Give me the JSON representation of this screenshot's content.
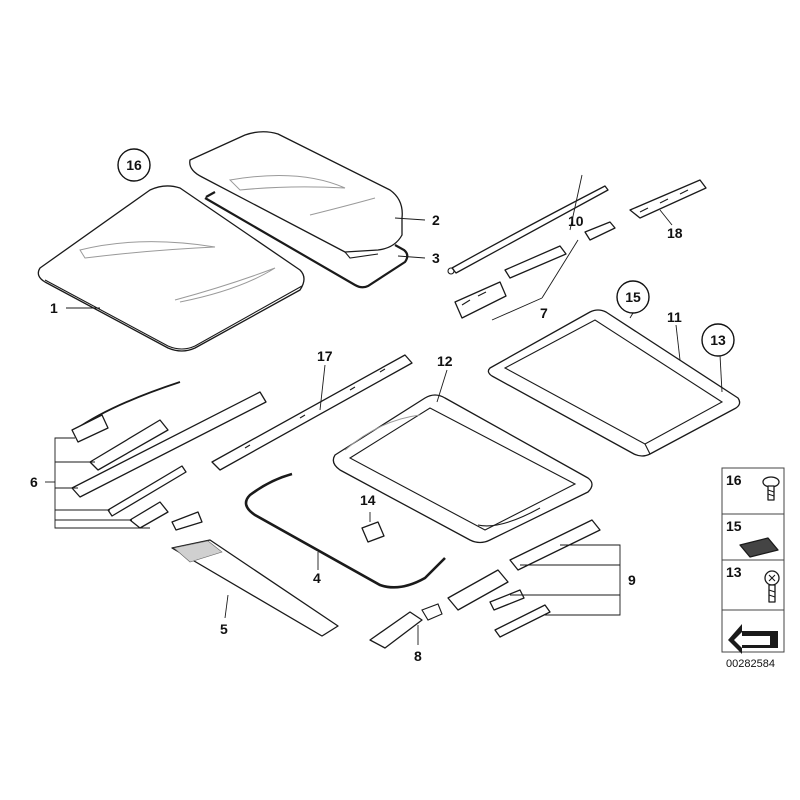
{
  "callouts": {
    "c1": "1",
    "c2": "2",
    "c3": "3",
    "c4": "4",
    "c5": "5",
    "c6": "6",
    "c7": "7",
    "c8": "8",
    "c9": "9",
    "c10": "10",
    "c11": "11",
    "c12": "12",
    "c13": "13",
    "c14": "14",
    "c15": "15",
    "c16": "16",
    "c17": "17",
    "c18": "18"
  },
  "legend": {
    "items": [
      "16",
      "15",
      "13"
    ]
  },
  "reference_number": "00282584"
}
